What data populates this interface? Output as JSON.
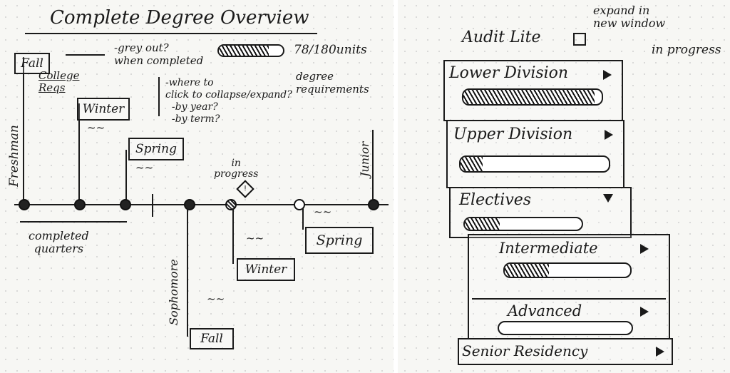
{
  "overview": {
    "title": "Complete Degree Overview",
    "grey_note": "-grey out?\nwhen completed",
    "units": "78/180units",
    "degree_req": "degree\nrequirements",
    "collapse_note": "-where to\nclick to collapse/expand?\n  -by year?\n  -by term?",
    "in_progress": "in\nprogress",
    "completed": "completed\nquarters",
    "college_reqs": "College\nReqs",
    "years": {
      "freshman": "Freshman",
      "sophomore": "Sophomore",
      "junior": "Junior"
    },
    "terms": {
      "fall1": "Fall",
      "winter1": "Winter",
      "spring1": "Spring",
      "fall2": "Fall",
      "winter2": "Winter",
      "spring2": "Spring"
    },
    "squiggle": "~~",
    "warning_glyph": "!"
  },
  "audit": {
    "title": "Audit Lite",
    "expand_note": "expand in\nnew window",
    "in_progress": "in progress",
    "sections": [
      {
        "label": "Lower Division",
        "progress": 0.95
      },
      {
        "label": "Upper Division",
        "progress": 0.15
      },
      {
        "label": "Electives",
        "progress": 0.3
      },
      {
        "label": "Intermediate",
        "progress": 0.35
      },
      {
        "label": "Advanced",
        "progress": 0.0
      },
      {
        "label": "Senior Residency",
        "progress": null
      }
    ]
  }
}
